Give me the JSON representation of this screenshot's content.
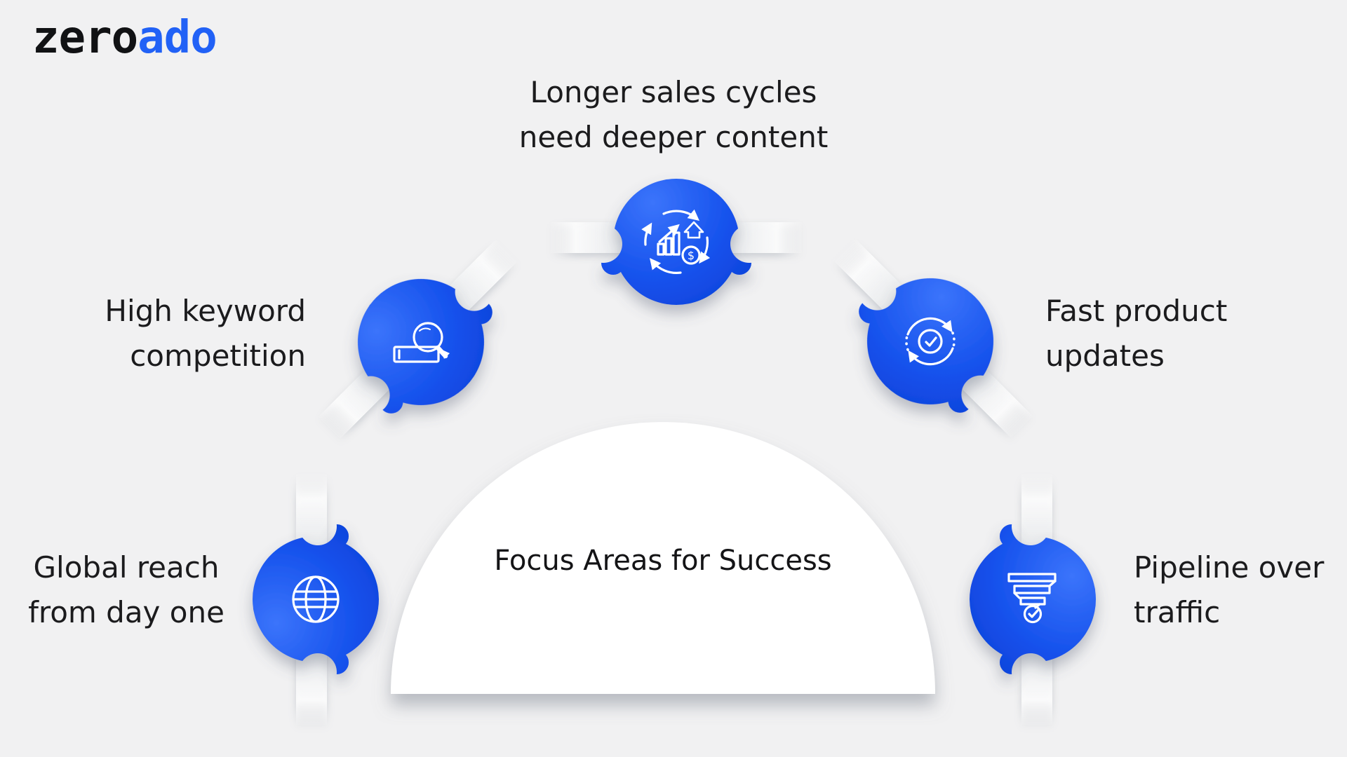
{
  "brand": {
    "logo_black": "zero",
    "logo_blue": "ado"
  },
  "center": {
    "title": "Focus Areas for Success"
  },
  "items": [
    {
      "id": "sales-cycles",
      "icon": "growth-cycle-icon",
      "line1": "Longer sales cycles",
      "line2": "need deeper content",
      "position": "top"
    },
    {
      "id": "keyword",
      "icon": "keyword-search-icon",
      "line1": "High keyword",
      "line2": "competition",
      "position": "upper-left"
    },
    {
      "id": "updates",
      "icon": "sync-update-icon",
      "line1": "Fast product",
      "line2": "updates",
      "position": "upper-right"
    },
    {
      "id": "global-reach",
      "icon": "globe-icon",
      "line1": "Global reach",
      "line2": "from day one",
      "position": "lower-left"
    },
    {
      "id": "pipeline",
      "icon": "funnel-icon",
      "line1": "Pipeline over",
      "line2": "traffic",
      "position": "lower-right"
    }
  ],
  "icon_glyphs": {
    "dollar": "$"
  },
  "colors": {
    "background": "#f1f1f2",
    "node_blue": "#1150e8",
    "node_blue_light": "#3b74fb",
    "node_blue_dark": "#0a3ace",
    "logo_blue": "#2161f6",
    "logo_black": "#111214",
    "text": "#1b1b1d",
    "dome": "#ffffff",
    "ribbon_shade": "#b4b8bd"
  }
}
